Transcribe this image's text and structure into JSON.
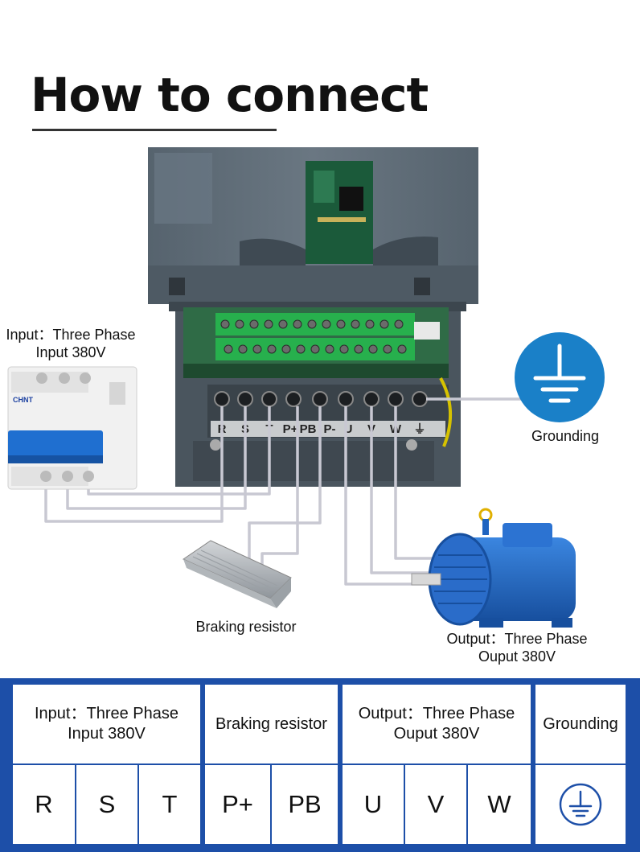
{
  "title": "How to connect",
  "labels": {
    "input_line1": "Input：Three Phase",
    "input_line2": "Input 380V",
    "grounding": "Grounding",
    "braking_resistor": "Braking resistor",
    "output_line1": "Output：Three Phase",
    "output_line2": "Ouput 380V"
  },
  "device": {
    "breaker_brand": "CHNT",
    "terminal_markings": [
      "R",
      "S",
      "T",
      "P+",
      "PB",
      "P-",
      "U",
      "V",
      "W",
      "⏚"
    ]
  },
  "table": {
    "headers": [
      {
        "line1": "Input：Three Phase",
        "line2": "Input 380V"
      },
      {
        "line1": "Braking resistor",
        "line2": ""
      },
      {
        "line1": "Output：Three Phase",
        "line2": "Ouput 380V"
      },
      {
        "line1": "Grounding",
        "line2": ""
      }
    ],
    "terminals": [
      "R",
      "S",
      "T",
      "P+",
      "PB",
      "U",
      "V",
      "W"
    ],
    "ground_icon": "ground-symbol-icon"
  },
  "colors": {
    "table_border": "#1d4fa8",
    "ground_badge": "#1a80c8",
    "motor": "#1f64c0",
    "breaker_handle": "#1f6fd0",
    "inverter_body": "#5d6b77",
    "terminal_green": "#27b04d",
    "wire": "#c8c8d2"
  }
}
